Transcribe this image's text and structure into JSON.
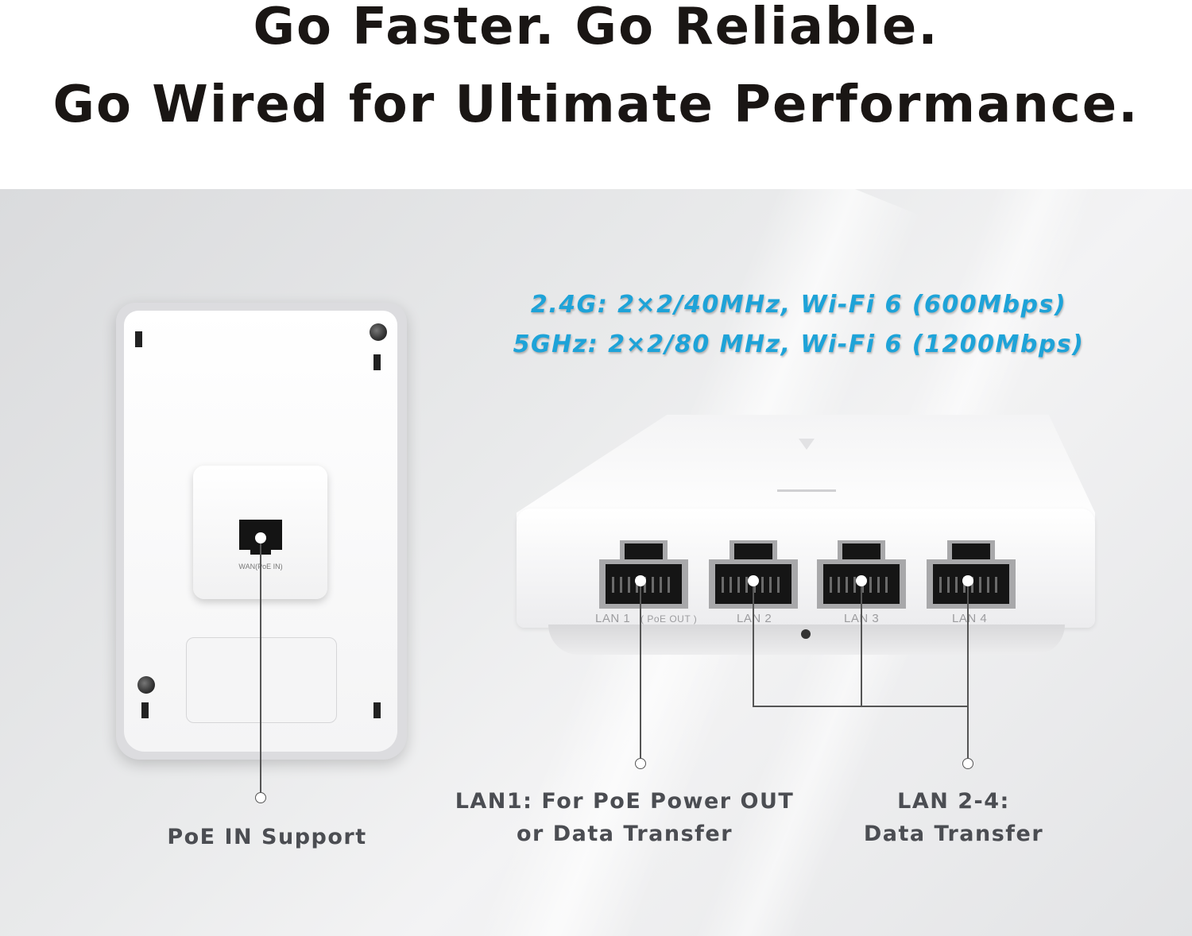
{
  "headline": {
    "line1": "Go Faster. Go Reliable.",
    "line2": "Go Wired for Ultimate Performance."
  },
  "specs": {
    "line1": "2.4G: 2×2/40MHz, Wi-Fi 6 (600Mbps)",
    "line2": "5GHz: 2×2/80 MHz, Wi-Fi 6 (1200Mbps)"
  },
  "wall_plate": {
    "wan_label": "WAN(PoE IN)"
  },
  "router": {
    "ports": [
      {
        "label": "LAN 1",
        "sub": "( PoE OUT )"
      },
      {
        "label": "LAN 2"
      },
      {
        "label": "LAN 3"
      },
      {
        "label": "LAN 4"
      }
    ]
  },
  "callouts": {
    "poe_in": "PoE IN Support",
    "lan1_line1": "LAN1: For PoE Power OUT",
    "lan1_line2": "or Data Transfer",
    "lan24_line1": "LAN 2-4:",
    "lan24_line2": "Data Transfer"
  },
  "colors": {
    "headline": "#1a1614",
    "spec_text": "#1ea3d8",
    "callout_text": "#4b4d52"
  }
}
